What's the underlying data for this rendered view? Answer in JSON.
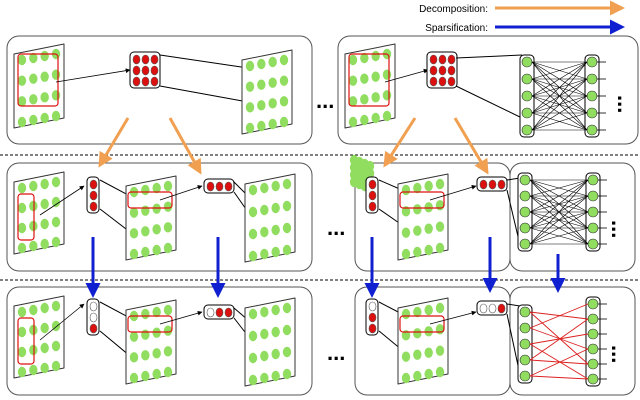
{
  "legend": {
    "decomposition_label": "Decomposition:",
    "sparsification_label": "Sparsification:",
    "decomposition_color": "#f0a050",
    "sparsification_color": "#1020d0"
  },
  "colors": {
    "feature_map_fill": "#90dd60",
    "kernel_red": "#dd1010",
    "kernel_empty": "#ffffff",
    "sparse_connection": "#dd2020",
    "dense_connection": "#000000",
    "row_divider": "#000000"
  },
  "ellipsis": "...",
  "rows": [
    {
      "id": "original",
      "desc": "dense conv layers with full kernels and fully-connected layer"
    },
    {
      "id": "decomposed",
      "desc": "kernels decomposed into smaller factors"
    },
    {
      "id": "sparsified",
      "desc": "decomposed factors sparsified, sparse fc connections"
    }
  ]
}
